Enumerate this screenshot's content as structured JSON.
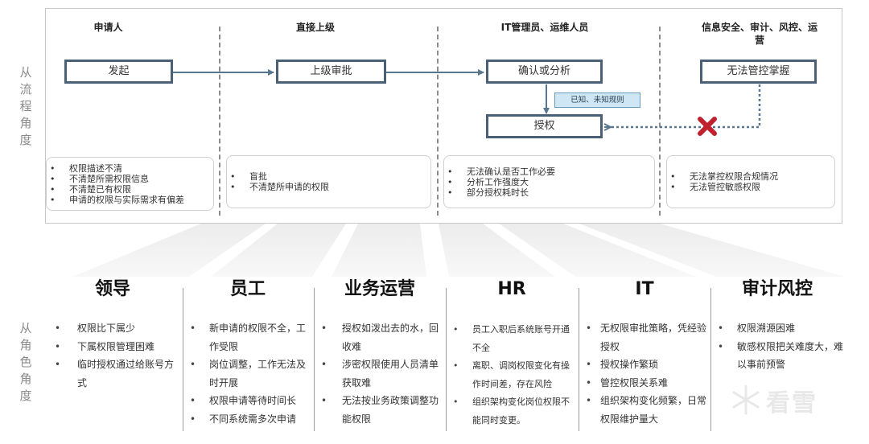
{
  "side_labels": {
    "process": "从流程角度",
    "role": "从角色角度"
  },
  "process": {
    "columns": [
      {
        "header": "申请人"
      },
      {
        "header": "直接上级"
      },
      {
        "header": "IT管理员、运维人员"
      },
      {
        "header": "信息安全、审计、风控、运营"
      }
    ],
    "boxes": {
      "initiate": "发起",
      "superior_approval": "上级审批",
      "confirm_analyze": "确认或分析",
      "cannot_control": "无法管控掌握",
      "authorize": "授权"
    },
    "known_rules_tag": "已知、未知规则",
    "issues": [
      [
        "权限描述不清",
        "不清楚所需权限信息",
        "不清楚已有权限",
        "申请的权限与实际需求有偏差"
      ],
      [
        "盲批",
        "不清楚所申请的权限"
      ],
      [
        "无法确认是否工作必要",
        "分析工作强度大",
        "部分授权耗时长"
      ],
      [
        "无法掌控权限合规情况",
        "无法管控敏感权限"
      ]
    ]
  },
  "roles": [
    {
      "title": "领导",
      "items": [
        "权限比下属少",
        "下属权限管理困难",
        "临时授权通过给账号方式"
      ]
    },
    {
      "title": "员工",
      "items": [
        "新申请的权限不全，工作受限",
        "岗位调整，工作无法及时开展",
        "权限申请等待时间长",
        "不同系统需多次申请"
      ]
    },
    {
      "title": "业务运营",
      "items": [
        "授权如泼出去的水，回收难",
        "涉密权限使用人员清单获取难",
        "无法按业务政策调整功能权限"
      ]
    },
    {
      "title": "HR",
      "items": [
        "员工入职后系统账号开通不全",
        "离职、调岗权限变化有操作时间差，存在风险",
        "组织架构变化岗位权限不能同时变更。"
      ]
    },
    {
      "title": "IT",
      "items": [
        "无权限审批策略，凭经验授权",
        "授权操作繁琐",
        "管控权限关系难",
        "组织架构变化频繁，日常权限维护量大"
      ]
    },
    {
      "title": "审计风控",
      "items": [
        "权限溯源困难",
        "敏感权限把关难度大，难以事前预警"
      ]
    }
  ],
  "watermark": {
    "text": "看雪"
  },
  "colors": {
    "box_border": "#4a6076",
    "arrow": "#5a7790",
    "tag_fill": "#cfe6f5",
    "cross": "#c0212e"
  }
}
